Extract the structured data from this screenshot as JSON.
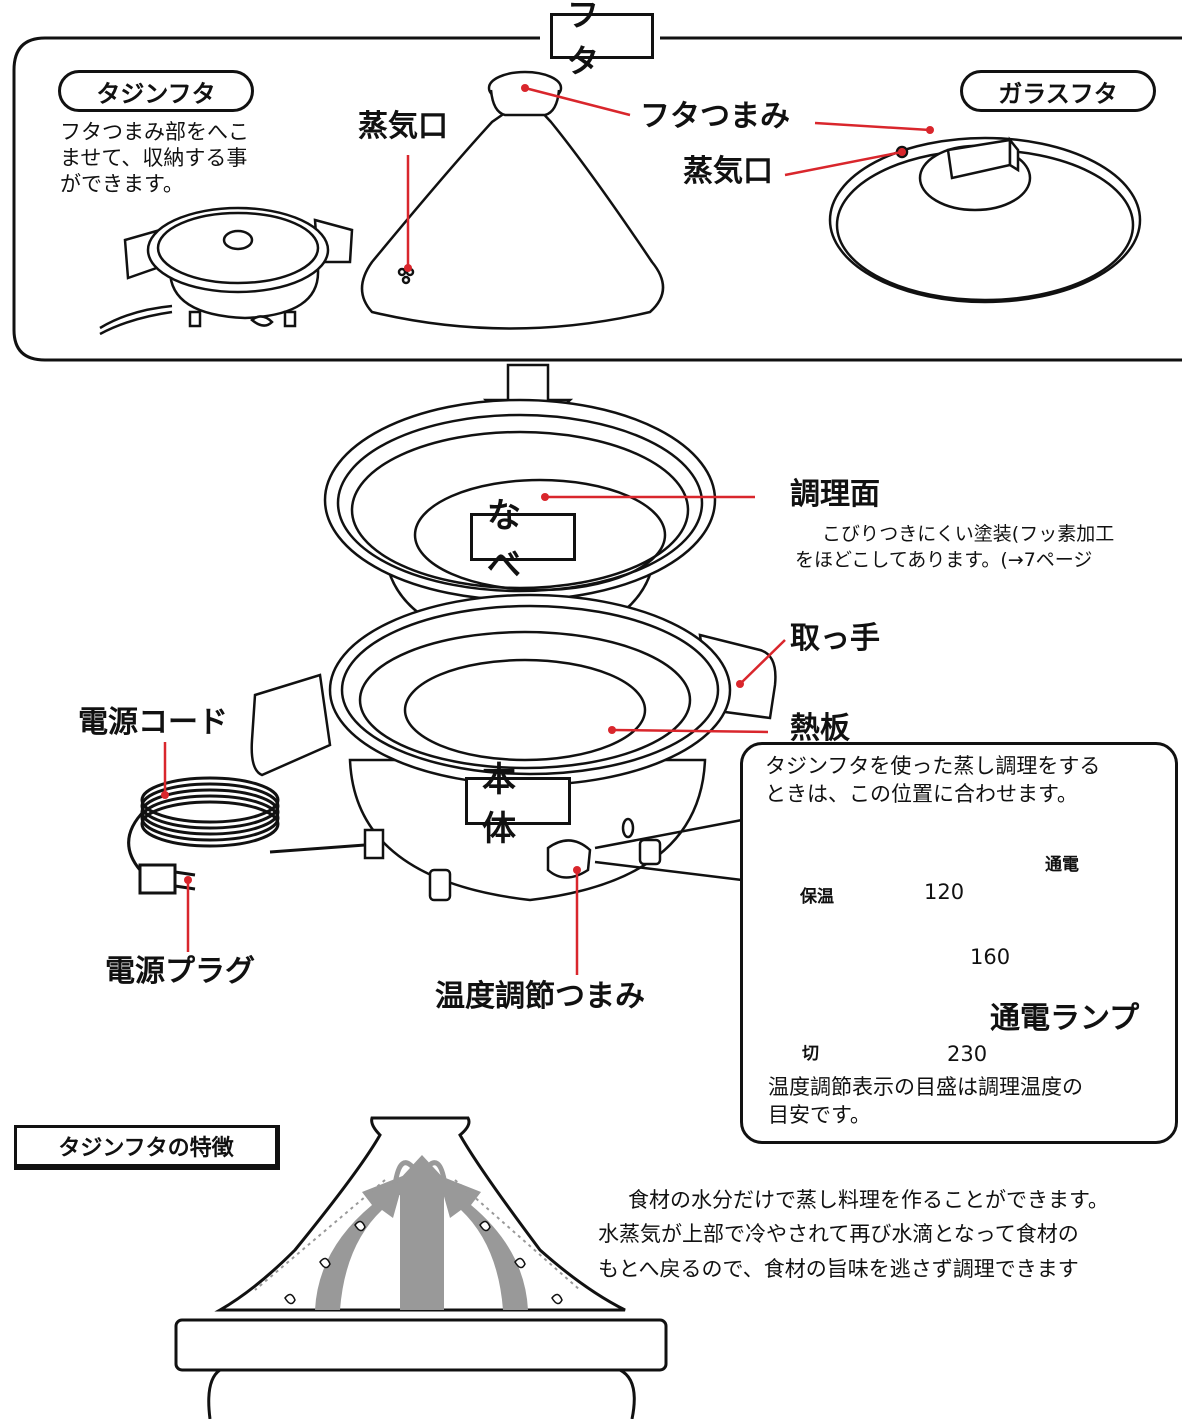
{
  "lid_section": {
    "title": "フ タ",
    "tajine_lid": {
      "label": "タジンフタ",
      "note": [
        "フタつまみ部をへこ",
        "ませて、収納する事",
        "ができます。"
      ]
    },
    "steam_vent": "蒸気口",
    "lid_knob": "フタつまみ",
    "glass_lid": {
      "label": "ガラスフタ",
      "steam_vent": "蒸気口"
    }
  },
  "pot_section": {
    "title": "な べ",
    "cooking_surface": {
      "label": "調理面",
      "note": [
        "こびりつきにくい塗装(フッ素加工",
        "をほどこしてあります。(→7ページ"
      ]
    }
  },
  "body_section": {
    "title": "本 体",
    "handle": "取っ手",
    "heating_plate": "熱板",
    "power_cord": "電源コード",
    "power_plug": "電源プラグ",
    "temp_knob": "温度調節つまみ"
  },
  "dial_callout": {
    "note_top": [
      "タジンフタを使った蒸し調理をする",
      "ときは、この位置に合わせます。"
    ],
    "keep_warm": "保温",
    "off": "切",
    "marks": [
      "120",
      "160",
      "230"
    ],
    "power_small": "通電",
    "power_lamp": "通電ランプ",
    "note_bottom": [
      "温度調節表示の目盛は調理温度の",
      "目安です。"
    ]
  },
  "features": {
    "title": "タジンフタの特徴",
    "text": [
      "食材の水分だけで蒸し料理を作ることができます。",
      "水蒸気が上部で冷やされて再び水滴となって食材の",
      "もとへ戻るので、食材の旨味を逃さず調理できます"
    ]
  },
  "colors": {
    "leader": "#d9262c",
    "line": "#111111",
    "arrow": "#999999"
  }
}
